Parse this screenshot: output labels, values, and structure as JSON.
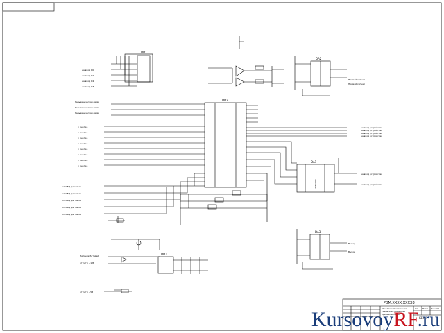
{
  "stamp": {
    "top_left_code": "",
    "title": "РЭМ.ХХХХ.ХХХЭЗ",
    "doc_line1": "МК блок сигнализации",
    "doc_line2": "схема электрическая",
    "doc_line3": "принципиальная",
    "sheet_label": "Лит.",
    "mass_label": "Масса",
    "scale_label": "Масштаб",
    "group": "КБК-1"
  },
  "chips": {
    "dd1": "DD1",
    "dd2": "DD2",
    "da1": "DA1",
    "da2": "DA2",
    "da3": "DA3",
    "da1_body": "74HC595",
    "dd3": "DD3"
  },
  "labels": {
    "left_top": [
      "на вход D0",
      "на вход D1",
      "на вход D2",
      "на вход D3"
    ],
    "left_mid": [
      "Гальваническая связь",
      "Гальваническая связь",
      "Гальваническая связь"
    ],
    "left_keys": [
      "к Кнопке",
      "к Кнопке",
      "к Кнопке",
      "к Кнопке",
      "к Кнопке",
      "к Кнопке",
      "к Кнопке",
      "к Кнопке"
    ],
    "left_sensors": [
      "от ИБД датчиков",
      "от ИБД датчиков",
      "от ИБД датчиков",
      "от ИБД датчиков",
      "от ИБД датчиков"
    ],
    "left_bottom": [
      "Питание батарей",
      "от сети +12В",
      "от сети +5В"
    ],
    "right_rows": [
      "на вход устройства",
      "на вход устройства",
      "на вход устройства",
      "на вход устройства"
    ],
    "right_top": [
      "Прямой сигнал",
      "Прямой сигнал"
    ],
    "right_da1": [
      "на вход устройства",
      "на вход устройства"
    ],
    "right_bottom": [
      "Выход",
      "Выход"
    ]
  },
  "watermark": {
    "main": "Kursovoy",
    "accent": "RF",
    "tail": ".ru"
  }
}
